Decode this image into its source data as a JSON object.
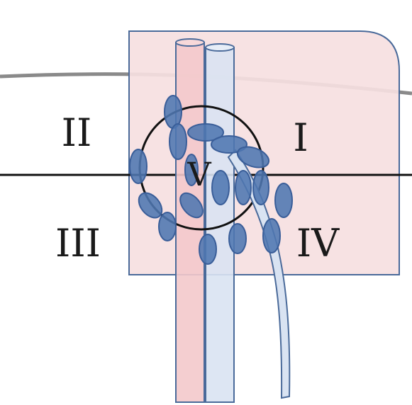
{
  "regions": {
    "region_i": "I",
    "region_ii": "II",
    "region_iii": "III",
    "region_iv": "IV",
    "region_v": "V"
  },
  "colors": {
    "pink_area_fill": "#f6e0e1",
    "box_stroke": "#4a6a9a",
    "artery_fill": "#f3c9cb",
    "vein_fill": "#d9e3f2",
    "node_fill": "#4f76b0",
    "node_stroke": "#3a5e99",
    "upper_curve": "#8a8a8a",
    "line": "#111111"
  }
}
